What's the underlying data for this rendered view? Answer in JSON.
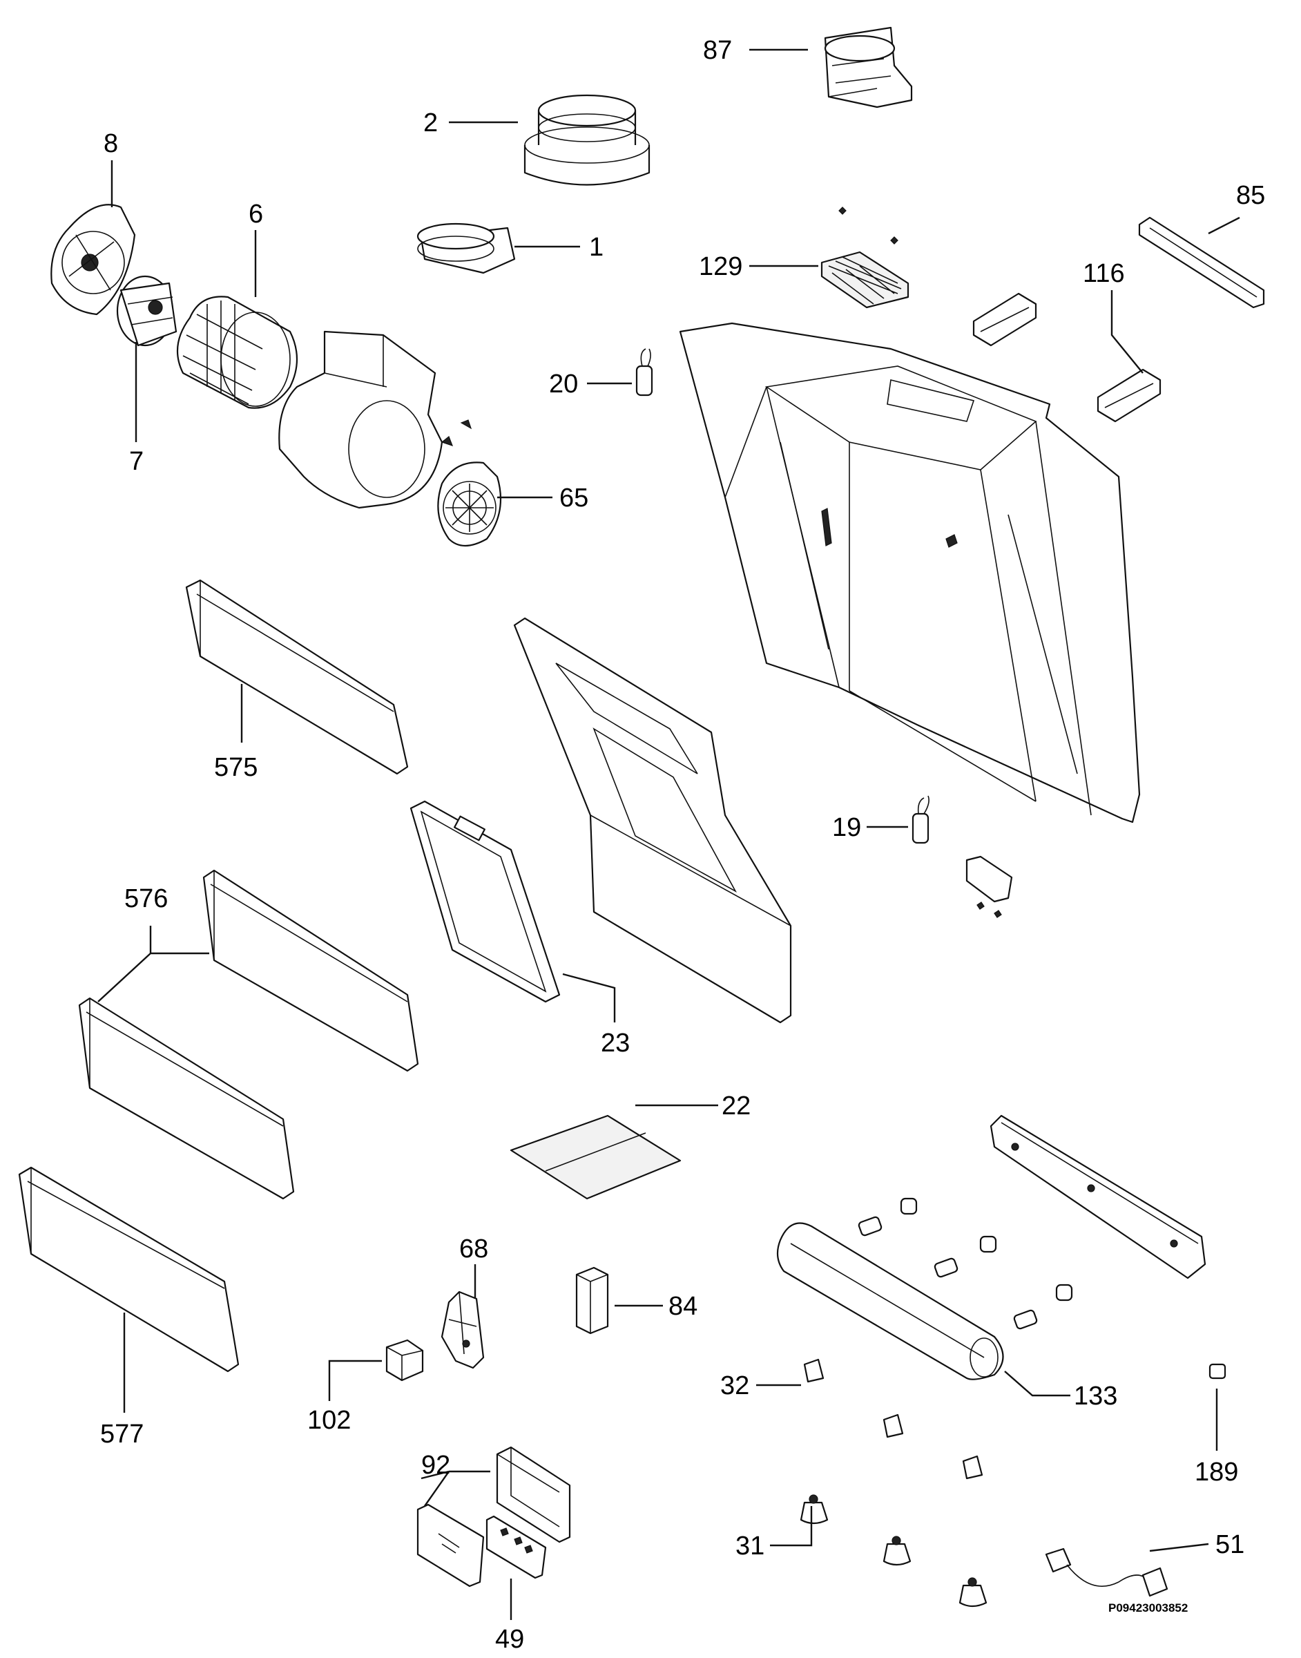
{
  "callouts": [
    {
      "id": "87",
      "label": "87"
    },
    {
      "id": "2",
      "label": "2"
    },
    {
      "id": "8",
      "label": "8"
    },
    {
      "id": "6",
      "label": "6"
    },
    {
      "id": "1",
      "label": "1"
    },
    {
      "id": "85",
      "label": "85"
    },
    {
      "id": "129",
      "label": "129"
    },
    {
      "id": "116",
      "label": "116"
    },
    {
      "id": "20",
      "label": "20"
    },
    {
      "id": "7",
      "label": "7"
    },
    {
      "id": "65",
      "label": "65"
    },
    {
      "id": "575",
      "label": "575"
    },
    {
      "id": "19",
      "label": "19"
    },
    {
      "id": "576",
      "label": "576"
    },
    {
      "id": "23",
      "label": "23"
    },
    {
      "id": "22",
      "label": "22"
    },
    {
      "id": "68",
      "label": "68"
    },
    {
      "id": "84",
      "label": "84"
    },
    {
      "id": "32",
      "label": "32"
    },
    {
      "id": "133",
      "label": "133"
    },
    {
      "id": "102",
      "label": "102"
    },
    {
      "id": "577",
      "label": "577"
    },
    {
      "id": "189",
      "label": "189"
    },
    {
      "id": "92",
      "label": "92"
    },
    {
      "id": "31",
      "label": "31"
    },
    {
      "id": "51",
      "label": "51"
    },
    {
      "id": "49",
      "label": "49"
    }
  ],
  "reference_code": "P09423003852"
}
